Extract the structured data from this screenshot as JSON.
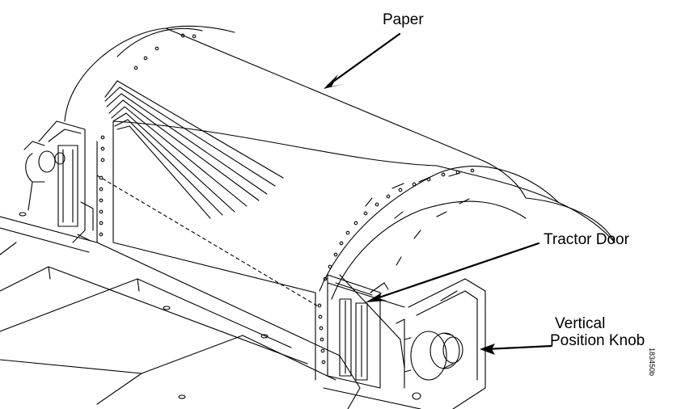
{
  "figure": {
    "labels": {
      "paper": "Paper",
      "tractor_door": "Tractor Door",
      "vertical_position_knob_line1": "Vertical",
      "vertical_position_knob_line2": "Position Knob"
    },
    "figure_code": "183450b",
    "colors": {
      "line": "#000000",
      "background": "#ffffff"
    }
  }
}
